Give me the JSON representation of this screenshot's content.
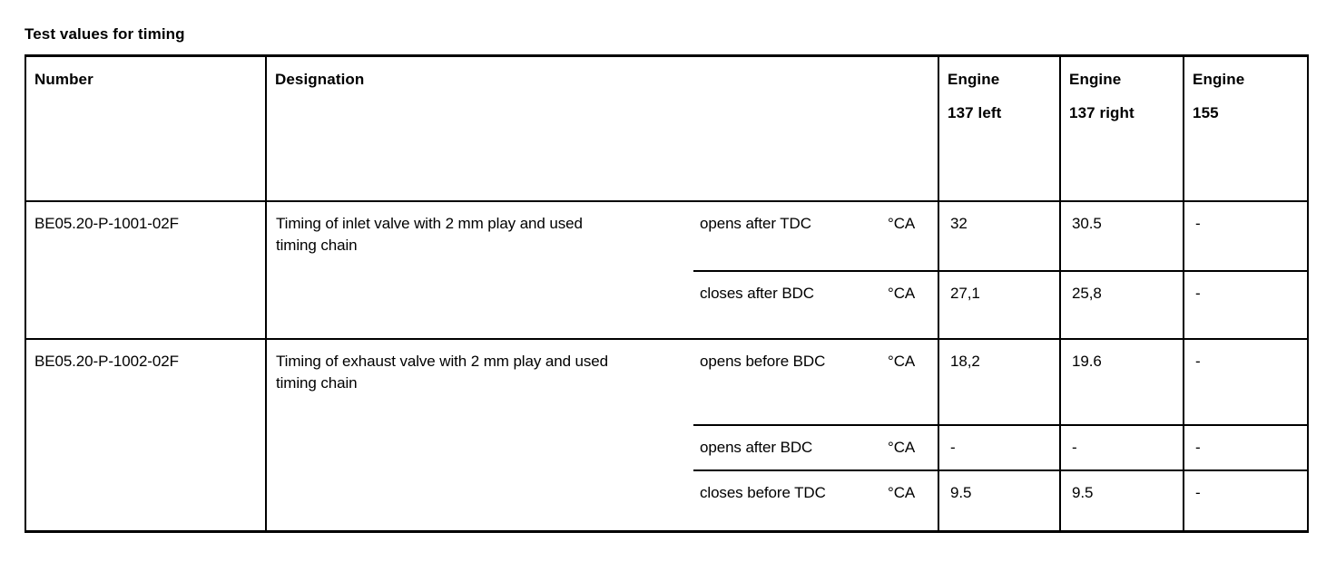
{
  "title": "Test values for timing",
  "table": {
    "headers": {
      "number": "Number",
      "designation": "Designation",
      "engine_137_left": {
        "line1": "Engine",
        "line2": "137 left"
      },
      "engine_137_right": {
        "line1": "Engine",
        "line2": "137 right"
      },
      "engine_155": {
        "line1": "Engine",
        "line2": "155"
      }
    },
    "rows": [
      {
        "number": "BE05.20-P-1001-02F",
        "designation": "Timing of inlet valve with 2 mm play and used timing chain",
        "subrows": [
          {
            "condition": "opens after TDC",
            "unit": "°CA",
            "engine_137_left": "32",
            "engine_137_right": "30.5",
            "engine_155": "-"
          },
          {
            "condition": "closes after BDC",
            "unit": "°CA",
            "engine_137_left": "27,1",
            "engine_137_right": "25,8",
            "engine_155": "-"
          }
        ]
      },
      {
        "number": "BE05.20-P-1002-02F",
        "designation": "Timing of exhaust valve with 2 mm play and used timing chain",
        "subrows": [
          {
            "condition": "opens before BDC",
            "unit": "°CA",
            "engine_137_left": "18,2",
            "engine_137_right": "19.6",
            "engine_155": "-"
          },
          {
            "condition": "opens after BDC",
            "unit": "°CA",
            "engine_137_left": "-",
            "engine_137_right": "-",
            "engine_155": "-"
          },
          {
            "condition": "closes before TDC",
            "unit": "°CA",
            "engine_137_left": "9.5",
            "engine_137_right": "9.5",
            "engine_155": "-"
          }
        ]
      }
    ]
  }
}
